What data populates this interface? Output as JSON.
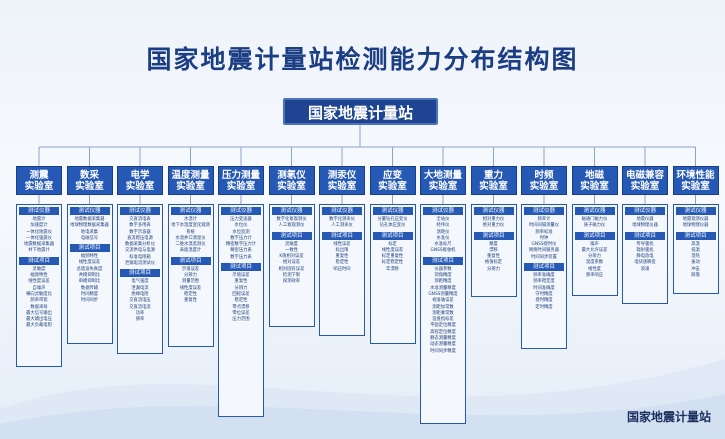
{
  "title": "国家地震计量站检测能力分布结构图",
  "root": "国家地震计量站",
  "footer": "国家地震计量站",
  "labs": [
    {
      "name": [
        "测震",
        "实验室"
      ],
      "sections": [
        {
          "title": "测试仪器",
          "items": [
            "地震计",
            "加速度计",
            "一体化地震仪",
            "一体化强震仪",
            "地震数据采集器",
            "井下地震计"
          ]
        },
        {
          "title": "测试项目",
          "items": [
            "灵敏度",
            "幅频特性",
            "线性度误差",
            "自噪声",
            "横向灵敏度比",
            "频率带宽",
            "数据采样",
            "最大信号输出",
            "最大输出电压",
            "最大负载电阻"
          ]
        }
      ]
    },
    {
      "name": [
        "数采",
        "实验室"
      ],
      "sections": [
        {
          "title": "测试仪器",
          "items": [
            "地震数据采集器",
            "地球物理数据采集器",
            "地电采集",
            "电磁信号"
          ]
        },
        {
          "title": "测试项目",
          "items": [
            "幅频特性",
            "线性度误差",
            "总谐波失真度",
            "共模抑制比",
            "串模抑制比",
            "数据传输",
            "时间精度",
            "时间同步"
          ]
        }
      ]
    },
    {
      "name": [
        "电学",
        "实验室"
      ],
      "sections": [
        {
          "title": "测试仪器",
          "items": [
            "交直流电表",
            "数字多用表",
            "数字示波器",
            "直流稳压电源",
            "数据采集分析仪",
            "交流供电与电源",
            "标准电阻箱",
            "泄漏电流测试仪"
          ]
        },
        {
          "title": "测试项目",
          "items": [
            "电气强度",
            "泄漏电流",
            "绝缘电阻",
            "交直流电压",
            "交直流电流",
            "功率",
            "频率"
          ]
        }
      ]
    },
    {
      "name": [
        "温度测量",
        "实验室"
      ],
      "sections": [
        {
          "title": "测试仪器",
          "items": [
            "水温计",
            "地下水温度变化观测",
            "系统",
            "水温井口测温仪",
            "二维水温监测仪",
            "表面温度计"
          ]
        },
        {
          "title": "测试项目",
          "items": [
            "示值误差",
            "分辨力",
            "测量范围",
            "线性度误差",
            "稳定性",
            "重复性"
          ]
        }
      ]
    },
    {
      "name": [
        "压力测量",
        "实验室"
      ],
      "sections": [
        {
          "title": "测试仪器",
          "items": [
            "压力变送器",
            "水位仪",
            "水位监测",
            "数字压力计",
            "精密数字压力计",
            "精密压力表",
            "数字压力表"
          ]
        },
        {
          "title": "测试项目",
          "items": [
            "示值误差",
            "重复性",
            "分辨力",
            "回程误差",
            "稳定性",
            "零点漂移",
            "零位误差",
            "压力范围"
          ]
        }
      ]
    },
    {
      "name": [
        "测氡仪",
        "实验室"
      ],
      "sections": [
        {
          "title": "测试仪器",
          "items": [
            "数字化氡观测仪",
            "人工氡观测仪"
          ]
        },
        {
          "title": "测试项目",
          "items": [
            "灵敏度",
            "一致性",
            "K值相对误差",
            "相对误差",
            "相对固有误差",
            "检测下限",
            "探测效率"
          ]
        }
      ]
    },
    {
      "name": [
        "测汞仪",
        "实验室"
      ],
      "sections": [
        {
          "title": "测试仪器",
          "items": [
            "数字化测汞仪",
            "人工测汞仪"
          ]
        },
        {
          "title": "测试项目",
          "items": [
            "线性误差",
            "标出限",
            "重复性",
            "稳定性",
            "响应时间"
          ]
        }
      ]
    },
    {
      "name": [
        "应变",
        "实验室"
      ],
      "sections": [
        {
          "title": "测试仪器",
          "items": [
            "分量钻孔应变仪",
            "钻孔体应变仪"
          ]
        },
        {
          "title": "测试项目",
          "items": [
            "标定",
            "线性度误差",
            "标定重复性",
            "标定稳定性",
            "年漂移"
          ]
        }
      ]
    },
    {
      "name": [
        "大地测量",
        "实验室"
      ],
      "sections": [
        {
          "title": "测试仪器",
          "items": [
            "全站仪",
            "经纬仪",
            "测距仪",
            "水准仪",
            "水准标尺",
            "GNSS接收机"
          ]
        },
        {
          "title": "测试项目",
          "items": [
            "仪器参数",
            "测角精度",
            "测距精度",
            "水准测量精度",
            "GNSS测量精度",
            "视准轴误差",
            "测距加常数",
            "测距乘常数",
            "竖盘指标差",
            "平面定位精度",
            "高程定位精度",
            "静态测量精度",
            "动态测量精度",
            "时间同步精度"
          ]
        }
      ]
    },
    {
      "name": [
        "重力",
        "实验室"
      ],
      "sections": [
        {
          "title": "测试仪器",
          "items": [
            "相对重力仪",
            "绝对重力仪"
          ]
        },
        {
          "title": "测试项目",
          "items": [
            "精度",
            "漂移",
            "重复性",
            "格值标定",
            "分辨力"
          ]
        }
      ]
    },
    {
      "name": [
        "时频",
        "实验室"
      ],
      "sections": [
        {
          "title": "测试仪器",
          "items": [
            "频率计",
            "时间间隔测量仪",
            "频率标准",
            "时钟",
            "GNSS授时仪",
            "网络时间服务器",
            "时间同步装置"
          ]
        },
        {
          "title": "测试项目",
          "items": [
            "频率准确度",
            "频率稳定度",
            "时间准确度",
            "守时精度",
            "授时精度",
            "定时精度"
          ]
        }
      ]
    },
    {
      "name": [
        "地磁",
        "实验室"
      ],
      "sections": [
        {
          "title": "测试仪器",
          "items": [
            "磁通门磁力仪",
            "质子磁力仪"
          ]
        },
        {
          "title": "测试项目",
          "items": [
            "噪声",
            "最大允许误差",
            "分辨力",
            "温度系数",
            "线性度",
            "频率响应"
          ]
        }
      ]
    },
    {
      "name": [
        "电磁兼容",
        "实验室"
      ],
      "sections": [
        {
          "title": "测试仪器",
          "items": [
            "地震仪器",
            "地球物理仪器"
          ]
        },
        {
          "title": "测试项目",
          "items": [
            "传导骚扰",
            "辐射骚扰",
            "静电放电",
            "电快速瞬变",
            "浪涌"
          ]
        }
      ]
    },
    {
      "name": [
        "环境性能",
        "实验室"
      ],
      "sections": [
        {
          "title": "测试仪器",
          "items": [
            "地震观测仪器",
            "地球物理仪器"
          ]
        },
        {
          "title": "测试项目",
          "items": [
            "高温",
            "低温",
            "湿热",
            "振动",
            "冲击",
            "跌落"
          ]
        }
      ]
    }
  ]
}
